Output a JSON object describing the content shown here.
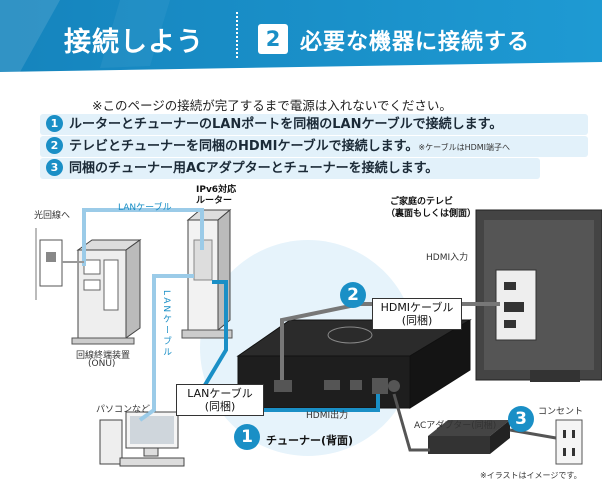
{
  "header": {
    "title": "接続しよう",
    "step_number": "2",
    "step_title": "必要な機器に接続する",
    "color": "#1a8fc6"
  },
  "notice": "※このページの接続が完了するまで電源は入れないでください。",
  "steps": [
    {
      "number": "1",
      "text": "ルーターとチューナーのLANポートを同梱のLANケーブルで接続します。",
      "note": ""
    },
    {
      "number": "2",
      "text": "テレビとチューナーを同梱のHDMIケーブルで接続します。",
      "note": "※ケーブルはHDMI端子へ"
    },
    {
      "number": "3",
      "text": "同梱のチューナー用ACアダプターとチューナーを接続します。",
      "note": ""
    }
  ],
  "diagram": {
    "optical_line": "光回線へ",
    "lan_cable_top": "LANケーブル",
    "router_label": "IPv6対応\nルーター",
    "router_line1": "IPv6対応",
    "router_line2": "ルーター",
    "onu_line1": "回線終端装置",
    "onu_line2": "(ONU)",
    "pc_label": "パソコンなど",
    "lan_cable_vertical": "LANケーブル",
    "tv_line1": "ご家庭のテレビ",
    "tv_line2": "（裏面もしくは側面）",
    "hdmi_input": "HDMI入力",
    "hdmi_cable_line1": "HDMIケーブル",
    "hdmi_cable_line2": "(同梱)",
    "lan_cable_box_line1": "LANケーブル",
    "lan_cable_box_line2": "(同梱)",
    "hdmi_output": "HDMI出力",
    "tuner_label": "チューナー(背面)",
    "ac_adapter": "ACアダプター(同梱)",
    "outlet": "コンセント",
    "illustration_note": "※イラストはイメージです。",
    "badge1": "1",
    "badge2": "2",
    "badge3": "3"
  }
}
